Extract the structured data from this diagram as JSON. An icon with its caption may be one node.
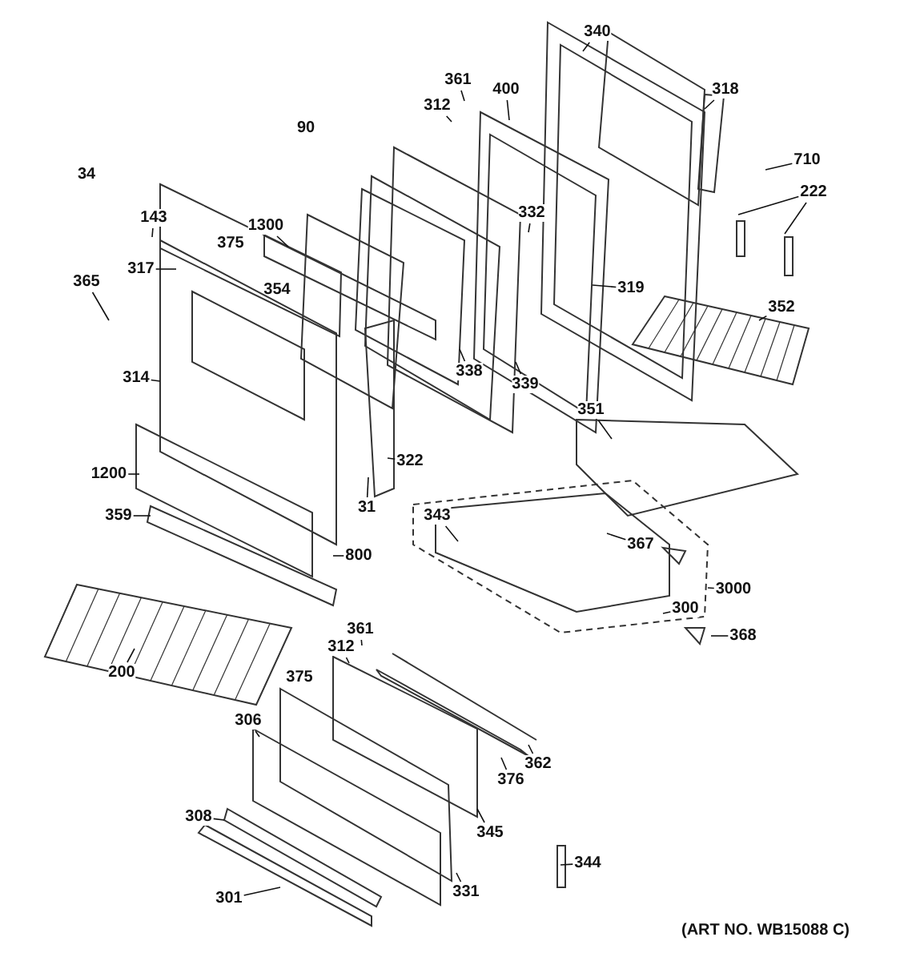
{
  "diagram": {
    "nodes": [
      {
        "text": [
          "340"
        ]
      },
      {
        "text": [
          "361"
        ]
      },
      {
        "text": [
          "312"
        ]
      },
      {
        "text": [
          "400"
        ]
      },
      {
        "text": [
          "318"
        ]
      },
      {
        "text": [
          "710"
        ]
      },
      {
        "text": [
          "222"
        ]
      },
      {
        "text": [
          "143"
        ]
      },
      {
        "text": [
          "1300"
        ]
      },
      {
        "text": [
          "332"
        ]
      },
      {
        "text": [
          "317"
        ]
      },
      {
        "text": [
          "365"
        ]
      },
      {
        "text": [
          "319"
        ]
      },
      {
        "text": [
          "352"
        ]
      },
      {
        "text": [
          "338"
        ]
      },
      {
        "text": [
          "339"
        ]
      },
      {
        "text": [
          "314"
        ]
      },
      {
        "text": [
          "351"
        ]
      },
      {
        "text": [
          "322"
        ]
      },
      {
        "text": [
          "1200"
        ]
      },
      {
        "text": [
          "31"
        ]
      },
      {
        "text": [
          "343"
        ]
      },
      {
        "text": [
          "367"
        ]
      },
      {
        "text": [
          "359"
        ]
      },
      {
        "text": [
          "800"
        ]
      },
      {
        "text": [
          "3000"
        ]
      },
      {
        "text": [
          "300"
        ]
      },
      {
        "text": [
          "368"
        ]
      },
      {
        "text": [
          "200"
        ]
      },
      {
        "text": [
          "361"
        ]
      },
      {
        "text": [
          "312"
        ]
      },
      {
        "text": [
          "306"
        ]
      },
      {
        "text": [
          "362"
        ]
      },
      {
        "text": [
          "376"
        ]
      },
      {
        "text": [
          "345"
        ]
      },
      {
        "text": [
          "308"
        ]
      },
      {
        "text": [
          "344"
        ]
      },
      {
        "text": [
          "331"
        ]
      },
      {
        "text": [
          "301"
        ]
      }
    ],
    "edges": [
      {
        "from": 0,
        "to": null,
        "arrow": "none"
      },
      {
        "from": 1,
        "to": null,
        "arrow": "none"
      },
      {
        "from": 2,
        "to": null,
        "arrow": "none"
      },
      {
        "from": 3,
        "to": null,
        "arrow": "none"
      },
      {
        "from": 4,
        "to": null,
        "arrow": "none"
      },
      {
        "from": 5,
        "to": null,
        "arrow": "none"
      },
      {
        "from": 6,
        "to": null,
        "arrow": "none"
      },
      {
        "from": 6,
        "to": null,
        "arrow": "none"
      },
      {
        "from": 7,
        "to": null,
        "arrow": "none"
      },
      {
        "from": 8,
        "to": null,
        "arrow": "none"
      },
      {
        "from": 9,
        "to": null,
        "arrow": "none"
      },
      {
        "from": 10,
        "to": null,
        "arrow": "none"
      },
      {
        "from": 11,
        "to": null,
        "arrow": "none"
      },
      {
        "from": 12,
        "to": null,
        "arrow": "none"
      },
      {
        "from": 13,
        "to": null,
        "arrow": "none"
      },
      {
        "from": 14,
        "to": null,
        "arrow": "none"
      },
      {
        "from": 15,
        "to": null,
        "arrow": "none"
      },
      {
        "from": 16,
        "to": null,
        "arrow": "none"
      },
      {
        "from": 17,
        "to": null,
        "arrow": "none"
      },
      {
        "from": 18,
        "to": null,
        "arrow": "none"
      },
      {
        "from": 19,
        "to": null,
        "arrow": "none"
      },
      {
        "from": 20,
        "to": null,
        "arrow": "none"
      },
      {
        "from": 21,
        "to": null,
        "arrow": "none"
      },
      {
        "from": 22,
        "to": null,
        "arrow": "none"
      },
      {
        "from": 23,
        "to": null,
        "arrow": "none"
      },
      {
        "from": 24,
        "to": null,
        "arrow": "none"
      },
      {
        "from": 25,
        "to": null,
        "arrow": "none"
      },
      {
        "from": 26,
        "to": null,
        "arrow": "none"
      },
      {
        "from": 27,
        "to": null,
        "arrow": "none"
      },
      {
        "from": 28,
        "to": null,
        "arrow": "none"
      },
      {
        "from": 29,
        "to": null,
        "arrow": "none"
      },
      {
        "from": 30,
        "to": null,
        "arrow": "none"
      },
      {
        "from": 31,
        "to": null,
        "arrow": "none"
      },
      {
        "from": 32,
        "to": null,
        "arrow": "none"
      },
      {
        "from": 33,
        "to": null,
        "arrow": "none"
      },
      {
        "from": 34,
        "to": null,
        "arrow": "none"
      },
      {
        "from": 35,
        "to": null,
        "arrow": "none"
      },
      {
        "from": 36,
        "to": null,
        "arrow": "none"
      },
      {
        "from": 37,
        "to": null,
        "arrow": "none"
      },
      {
        "from": 38,
        "to": null,
        "arrow": "none"
      }
    ],
    "labels": [
      "90",
      "34",
      "375",
      "354",
      "375",
      "(ART NO. WB15088 C)"
    ]
  }
}
